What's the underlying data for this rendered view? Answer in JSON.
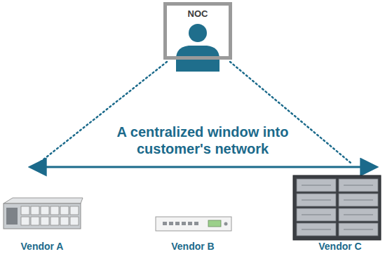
{
  "diagram": {
    "nodes": [
      {
        "text": [
          "NOC"
        ]
      }
    ],
    "labels": [
      "A centralized window into customer's network",
      "Vendor A",
      "Vendor B",
      "Vendor C"
    ]
  }
}
